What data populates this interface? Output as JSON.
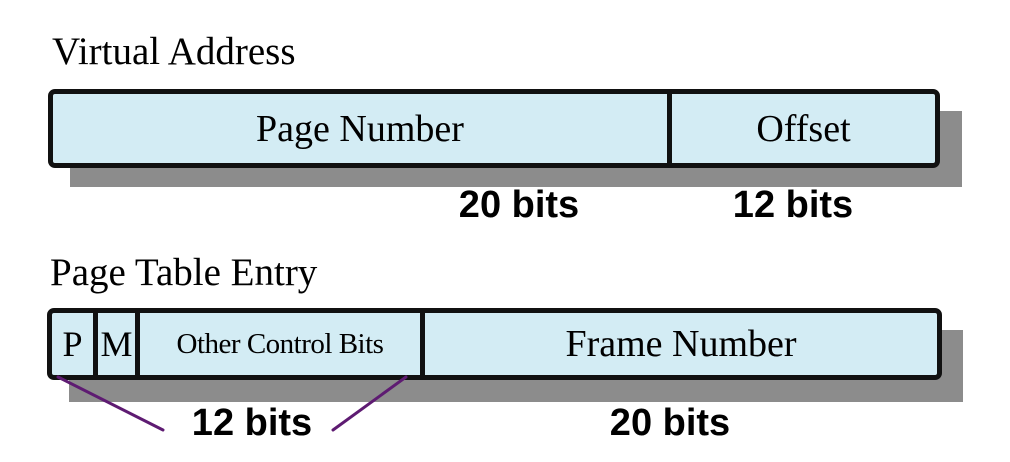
{
  "colors": {
    "page_bg": "#ffffff",
    "box_fill": "#d3ecf4",
    "box_border": "#111111",
    "shadow": "#8c8c8c",
    "pointer_line": "#5e1b72",
    "label_text": "#000000"
  },
  "diagram": {
    "virtual_address": {
      "title": "Virtual Address",
      "page_number_label": "Page Number",
      "offset_label": "Offset",
      "page_number_bits": "20 bits",
      "offset_bits": "12 bits"
    },
    "page_table_entry": {
      "title": "Page Table Entry",
      "p_label": "P",
      "m_label": "M",
      "control_bits_label": "Other Control Bits",
      "frame_number_label": "Frame Number",
      "control_bits_bits": "12 bits",
      "frame_number_bits": "20 bits"
    }
  }
}
